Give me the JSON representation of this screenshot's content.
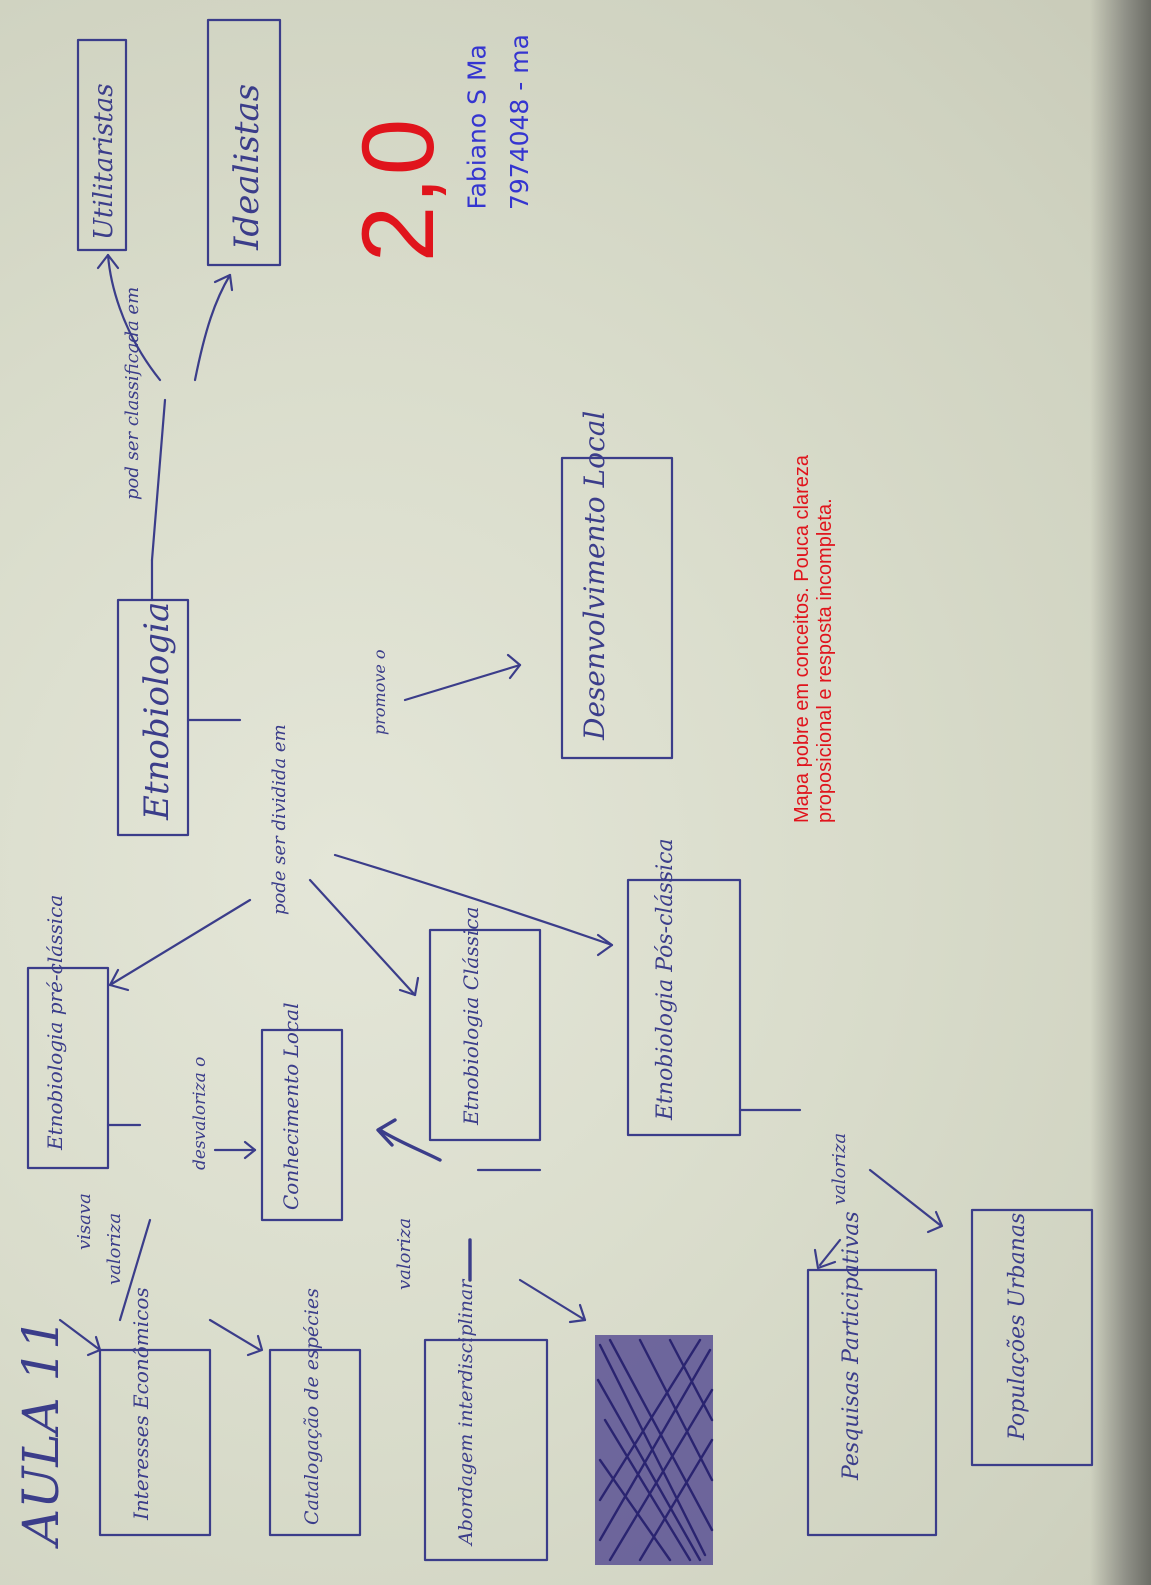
{
  "overlay": {
    "grade": "2,0",
    "teacher_name": "Fabiano S Ma",
    "teacher_id": "7974048 - ma",
    "comment_line1": "Mapa pobre em conceitos. Pouca clareza",
    "comment_line2": "proposicional e resposta incompleta.",
    "colors": {
      "grade": "#e0141c",
      "comment": "#e0141c",
      "teacher": "#3535d0",
      "ink": "#3b3d8a",
      "paper": "#dcdfcf"
    }
  },
  "handwriting": {
    "title": "AULA 11",
    "concepts": [
      "Etnobiologia",
      "Utilitaristas",
      "Idealistas",
      "Desenvolvimento Local",
      "Etnobiologia pré-clássica",
      "Conhecimento Local",
      "Interesses Econômicos",
      "Catalogação de espécies",
      "Etnobiologia Clássica",
      "Etnobiologia Pós-clássica",
      "Abordagem interdisciplinar",
      "Pesquisas Participativas",
      "Populações Urbanas"
    ],
    "links": [
      "pod ser classificada em",
      "pode ser dividida em",
      "promove o",
      "desvaloriza o",
      "valoriza",
      "valoriza",
      "valoriza",
      "visava"
    ]
  }
}
